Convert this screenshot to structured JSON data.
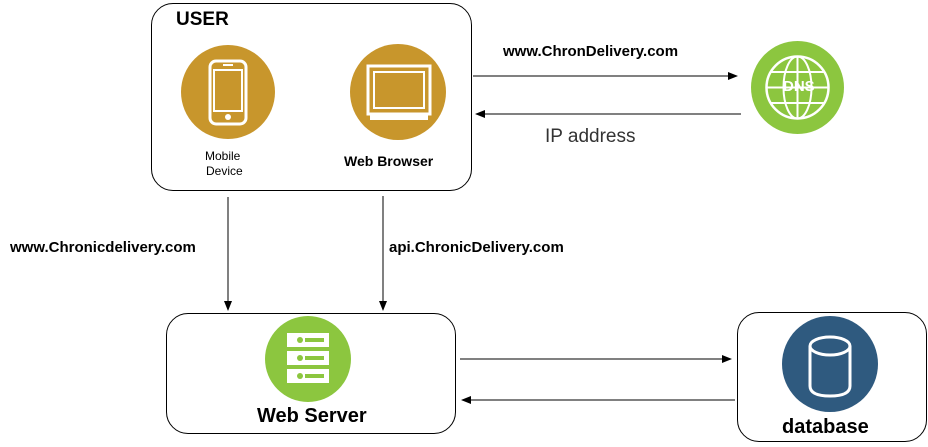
{
  "user_box": {
    "title": "USER",
    "mobile_label_line1": "Mobile",
    "mobile_label_line2": "Device",
    "browser_label": "Web Browser"
  },
  "dns": {
    "icon_text": "DNS"
  },
  "edges": {
    "to_dns": "www.ChronDelivery.com",
    "from_dns": "IP address",
    "to_server_left": "www.Chronicdelivery.com",
    "to_server_right": "api.ChronicDelivery.com"
  },
  "web_server": {
    "label": "Web Server"
  },
  "database": {
    "label": "database"
  },
  "colors": {
    "gold": "#c8962c",
    "green": "#8cc63f",
    "db_blue": "#2f5a7f"
  }
}
